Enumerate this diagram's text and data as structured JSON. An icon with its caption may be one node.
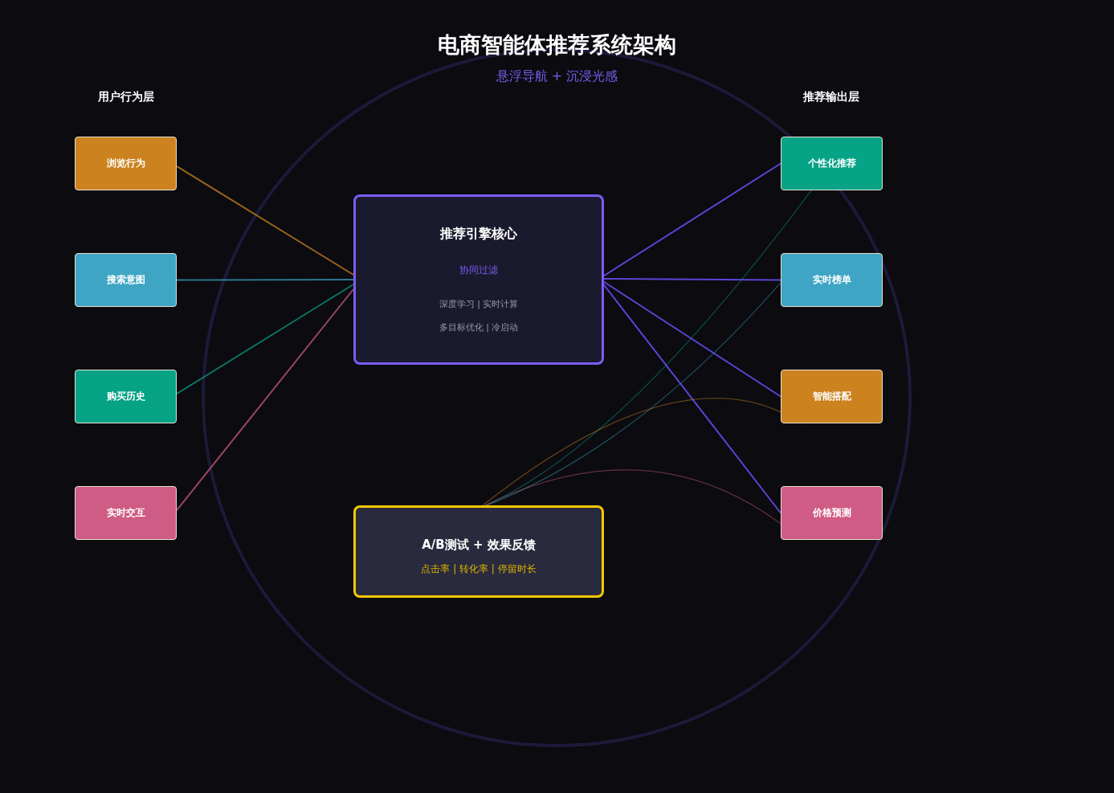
{
  "diagram": {
    "title": "电商智能体推荐系统架构",
    "caption": "悬浮导航 + 沉浸光感",
    "nodes": [
      {
        "text": [
          "浏览行为"
        ]
      },
      {
        "text": [
          "搜索意图"
        ]
      },
      {
        "text": [
          "购买历史"
        ]
      },
      {
        "text": [
          "实时交互"
        ]
      },
      {
        "text": [
          "推荐引擎核心",
          "协同过滤",
          "深度学习 | 实时计算",
          "多目标优化 | 冷启动"
        ]
      },
      {
        "text": [
          "A/B测试 + 效果反馈",
          "点击率 | 转化率 | 停留时长"
        ]
      },
      {
        "text": [
          "个性化推荐"
        ]
      },
      {
        "text": [
          "实时榜单"
        ]
      },
      {
        "text": [
          "智能搭配"
        ]
      },
      {
        "text": [
          "价格预测"
        ]
      }
    ],
    "edges": [
      {
        "from": 0,
        "to": 4,
        "arrow": "none",
        "color": "#c9821f"
      },
      {
        "from": 1,
        "to": 4,
        "arrow": "none",
        "color": "#3a9bb8"
      },
      {
        "from": 2,
        "to": 4,
        "arrow": "none",
        "color": "#0b9a80"
      },
      {
        "from": 3,
        "to": 4,
        "arrow": "none",
        "color": "#c95a80"
      },
      {
        "from": 4,
        "to": 6,
        "arrow": "none"
      },
      {
        "from": 4,
        "to": 7,
        "arrow": "none"
      },
      {
        "from": 4,
        "to": 8,
        "arrow": "none"
      },
      {
        "from": 4,
        "to": 9,
        "arrow": "none"
      },
      {
        "from": 6,
        "to": 5,
        "arrow": "none",
        "color": "#0b9a80"
      },
      {
        "from": 7,
        "to": 5,
        "arrow": "none",
        "color": "#3a9bb8"
      },
      {
        "from": 8,
        "to": 5,
        "arrow": "none",
        "color": "#c9821f"
      },
      {
        "from": 9,
        "to": 5,
        "arrow": "none",
        "color": "#c95a80"
      }
    ],
    "labels": [
      "用户行为层",
      "推荐输出层"
    ]
  }
}
